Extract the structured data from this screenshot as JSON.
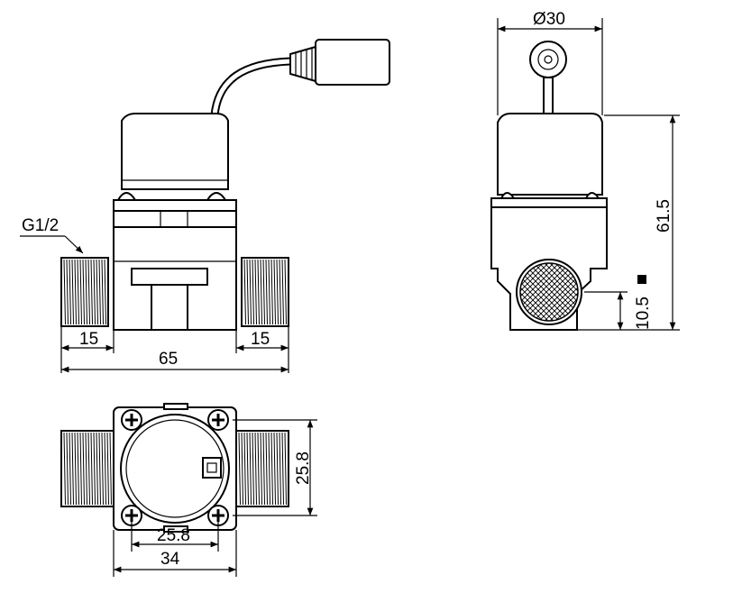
{
  "drawing": {
    "thread_label": "G1/2",
    "front": {
      "left_thread": "15",
      "right_thread": "15",
      "overall_length": "65"
    },
    "side": {
      "diameter": "Ø30",
      "height": "61.5",
      "outlet_height": "10.5"
    },
    "top": {
      "body_height": "25.8",
      "body_width": "25.8",
      "base_width": "34"
    }
  }
}
